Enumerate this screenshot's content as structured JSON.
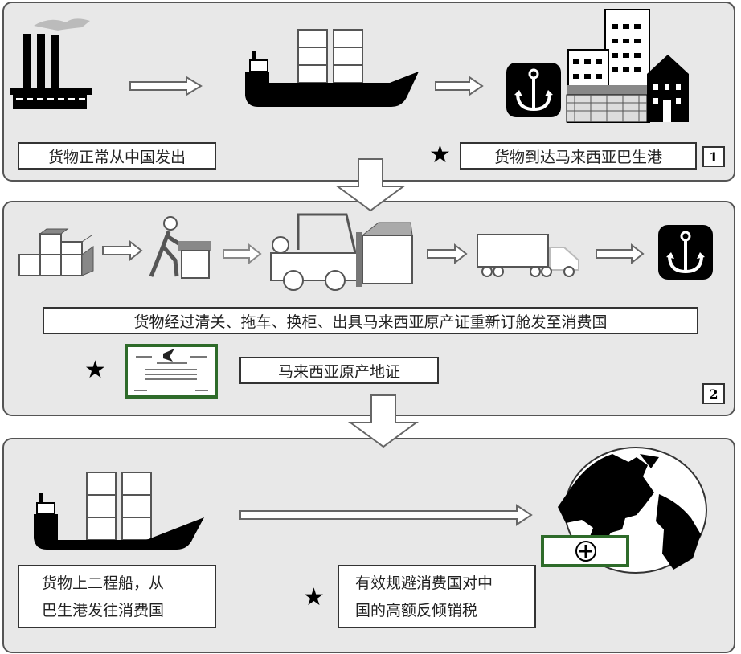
{
  "step1": {
    "left_label": "货物正常从中国发出",
    "right_label": "货物到达马来西亚巴生港",
    "star": "★",
    "number": "1"
  },
  "step2": {
    "main_label": "货物经过清关、拖车、换柜、出具马来西亚原产证重新订舱发至消费国",
    "certificate_label": "马来西亚原产地证",
    "star": "★",
    "number": "2"
  },
  "step3": {
    "left_label_line1": "货物上二程船，从",
    "left_label_line2": "巴生港发往消费国",
    "right_label_line1": "有效规避消费国对中",
    "right_label_line2": "国的高额反倾销税",
    "star": "★"
  },
  "colors": {
    "panel_bg": "#e8e8e8",
    "certificate_green": "#2e6b2a",
    "icon": "#000000"
  }
}
